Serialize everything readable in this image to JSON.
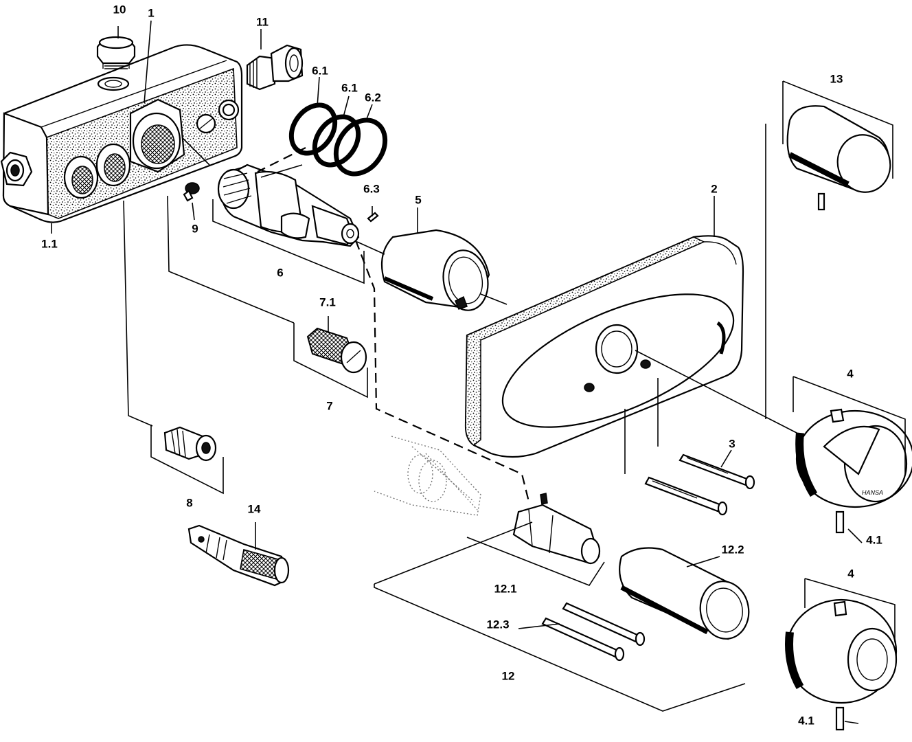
{
  "diagram": {
    "labels": {
      "p10": "10",
      "p1": "1",
      "p11": "11",
      "p6_1a": "6.1",
      "p6_1b": "6.1",
      "p6_2": "6.2",
      "p13": "13",
      "p6_3": "6.3",
      "p5": "5",
      "p2": "2",
      "p9": "9",
      "p1_1": "1.1",
      "p6": "6",
      "p7_1": "7.1",
      "p7": "7",
      "p4a": "4",
      "p3": "3",
      "p8": "8",
      "p14": "14",
      "p4_1a": "4.1",
      "p12_2": "12.2",
      "p12_1": "12.1",
      "p12_3": "12.3",
      "p4b": "4",
      "p12": "12",
      "p4_1b": "4.1"
    },
    "brand": "HANSA"
  }
}
